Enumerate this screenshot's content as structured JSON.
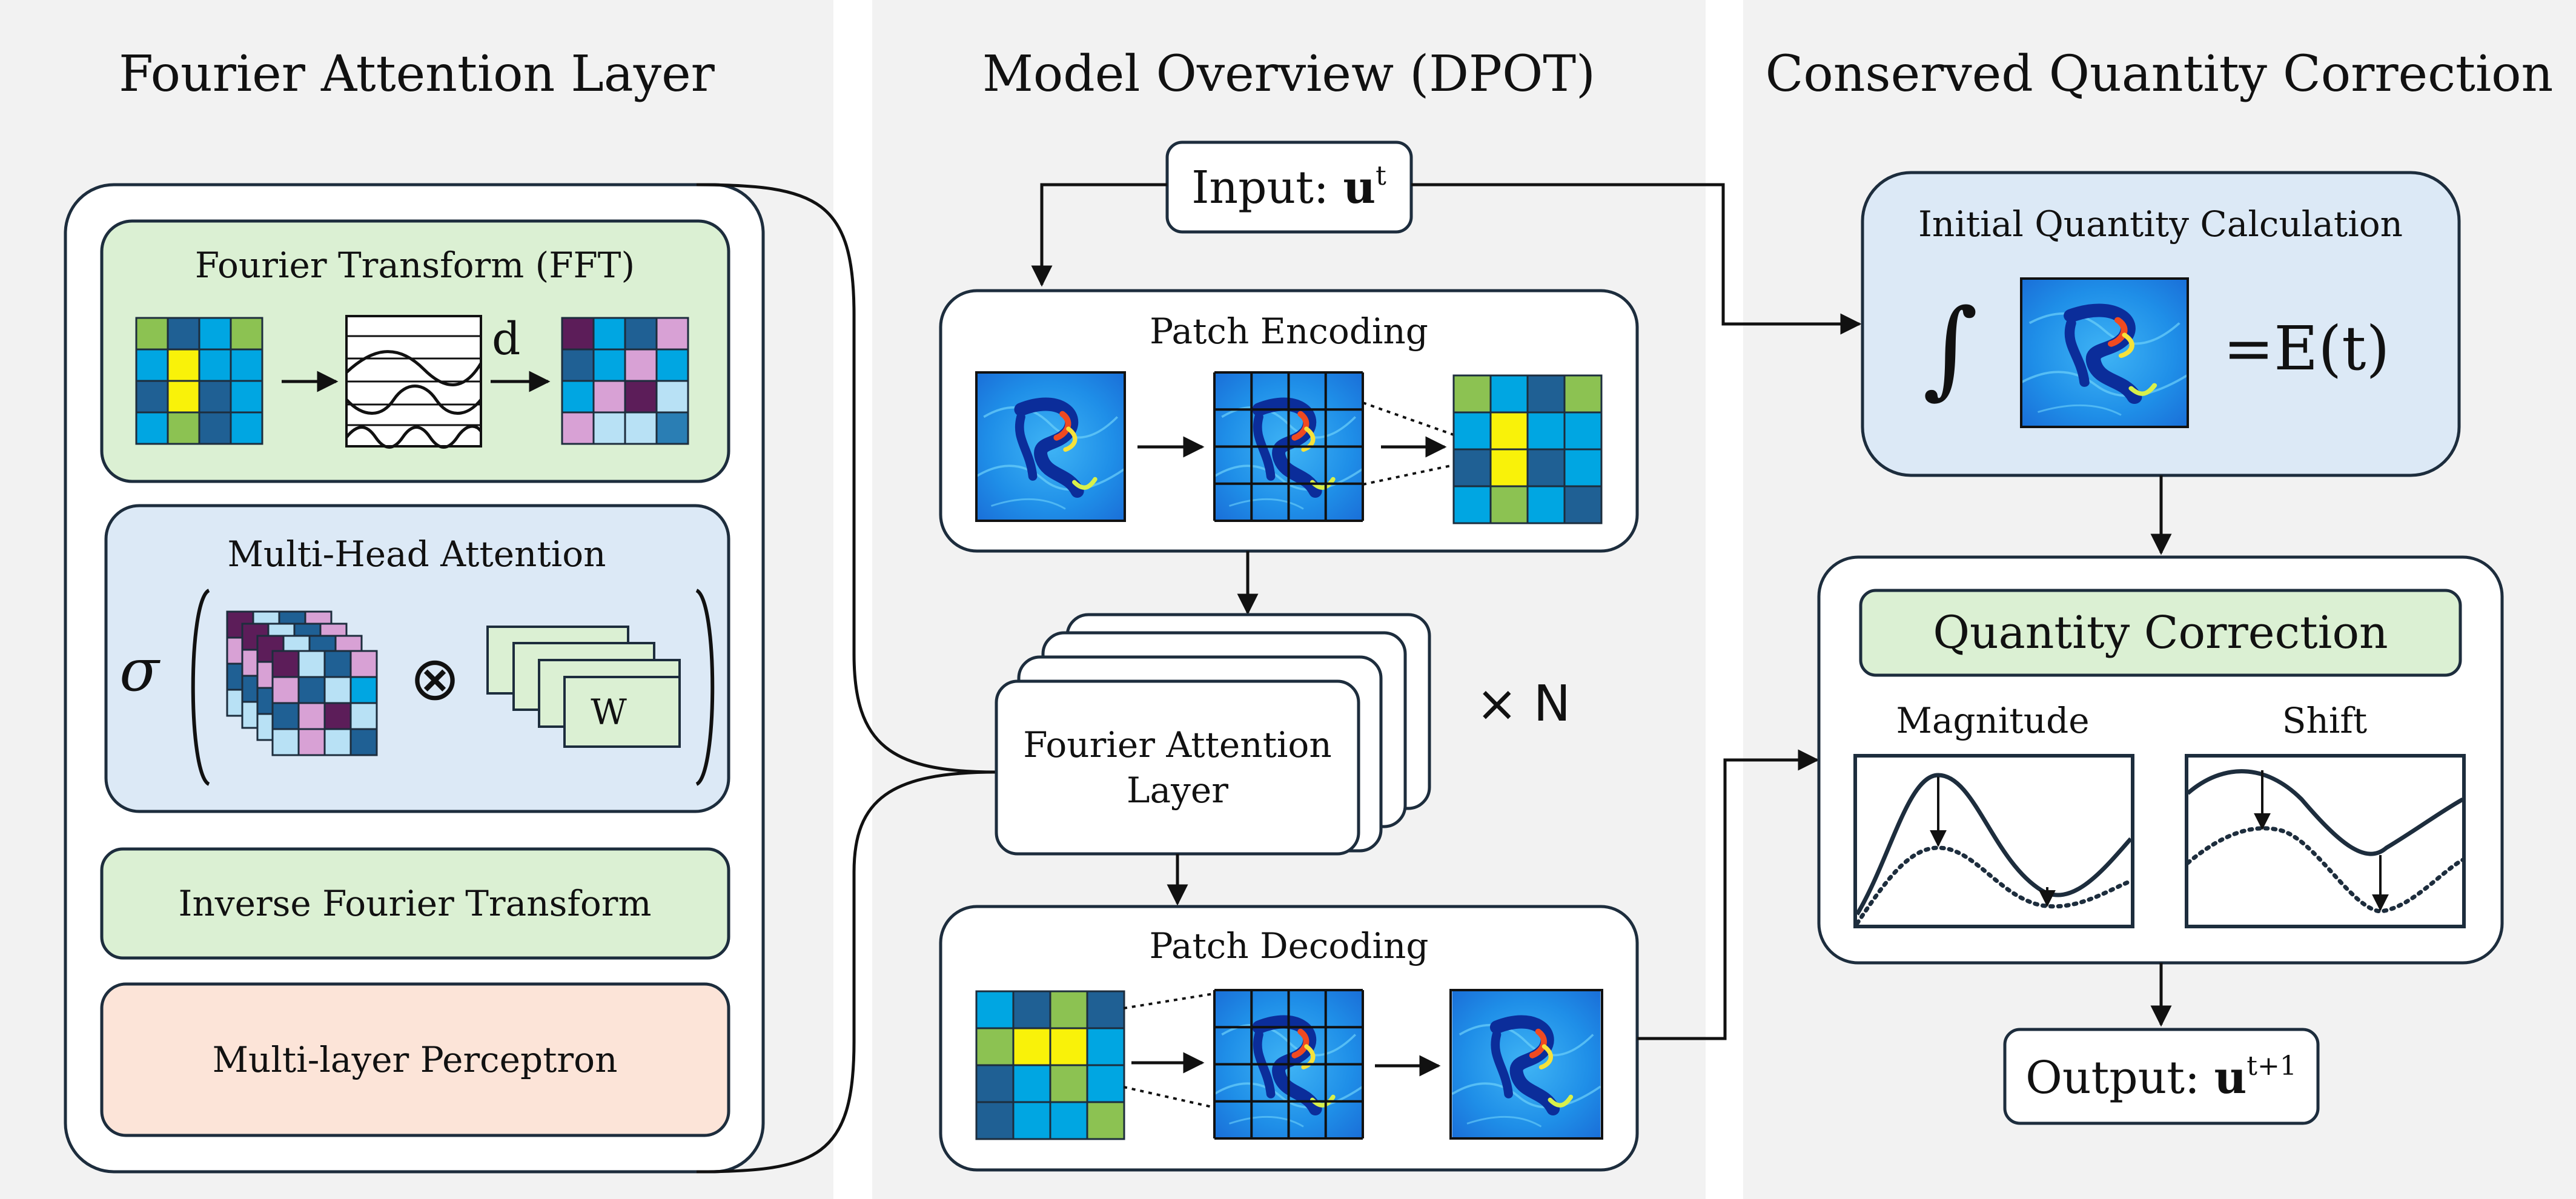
{
  "panels": {
    "left_title": "Fourier Attention Layer",
    "middle_title": "Model Overview (DPOT)",
    "right_title": "Conserved Quantity Correction"
  },
  "fourier_layer": {
    "fft_label": "Fourier Transform (FFT)",
    "fft_dim_label": "d",
    "mha_label": "Multi-Head Attention",
    "sigma_symbol": "σ",
    "otimes_symbol": "⊗",
    "weight_label": "W",
    "ifft_label": "Inverse Fourier Transform",
    "mlp_label": "Multi-layer Perceptron"
  },
  "model": {
    "input_label": "Input: ",
    "input_var": "u",
    "input_sup": "t",
    "patch_encoding_label": "Patch Encoding",
    "fal_line1": "Fourier Attention",
    "fal_line2": "Layer",
    "repeat_label": "× N",
    "patch_decoding_label": "Patch Decoding"
  },
  "correction": {
    "initial_label": "Initial Quantity Calculation",
    "integral_symbol": "∫",
    "energy_label": "=E(t)",
    "quantity_correction_label": "Quantity Correction",
    "magnitude_label": "Magnitude",
    "shift_label": "Shift",
    "output_label": "Output: ",
    "output_var": "u",
    "output_sup": "t+1"
  },
  "colors": {
    "panel_bg": "#f2f2f2",
    "green_block": "#dbf0d3",
    "blue_block": "#dce9f6",
    "peach_block": "#fce4d8",
    "dark_stroke": "#1d2d3d",
    "yellow": "#f9f209",
    "lime": "#8cc252",
    "cyan": "#00a6e2",
    "navy": "#1f6094",
    "plum": "#5c1d59",
    "orchid": "#d8a1d5",
    "pale_blue": "#b8e1f5",
    "teal_blue": "#2a7eb4"
  }
}
